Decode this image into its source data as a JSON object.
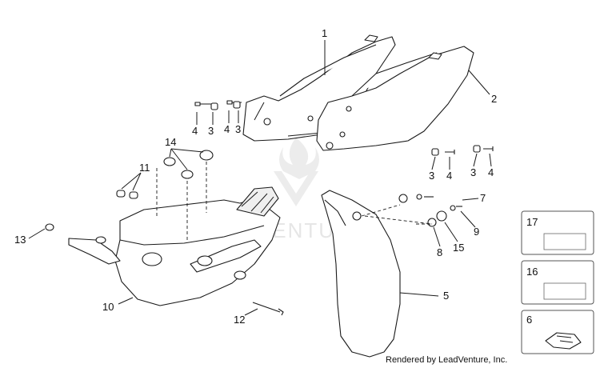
{
  "callouts": {
    "c1": "1",
    "c2": "2",
    "c3a": "3",
    "c3b": "3",
    "c3c": "3",
    "c3d": "3",
    "c4a": "4",
    "c4b": "4",
    "c4c": "4",
    "c4d": "4",
    "c5": "5",
    "c7": "7",
    "c8": "8",
    "c9": "9",
    "c10": "10",
    "c11": "11",
    "c12": "12",
    "c13": "13",
    "c14": "14",
    "c15": "15"
  },
  "insets": [
    {
      "label": "17"
    },
    {
      "label": "16"
    },
    {
      "label": "6"
    }
  ],
  "watermark": "LEADVENTURE",
  "credit": "Rendered by LeadVenture, Inc."
}
